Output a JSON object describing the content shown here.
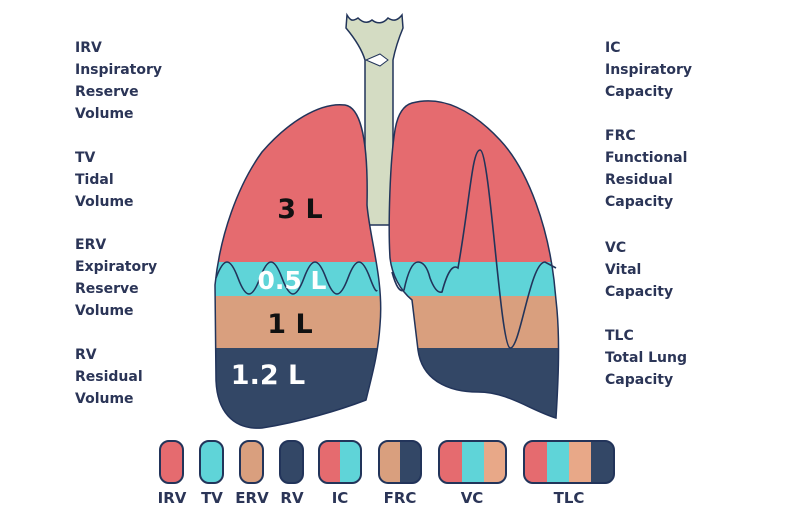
{
  "left_labels": [
    {
      "abbr": "IRV",
      "lines": [
        "Inspiratory",
        "Reserve",
        "Volume"
      ]
    },
    {
      "abbr": "TV",
      "lines": [
        "Tidal",
        "Volume"
      ]
    },
    {
      "abbr": "ERV",
      "lines": [
        "Expiratory",
        "Reserve",
        "Volume"
      ]
    },
    {
      "abbr": "RV",
      "lines": [
        "Residual",
        "Volume"
      ]
    }
  ],
  "right_labels": [
    {
      "abbr": "IC",
      "lines": [
        "Inspiratory",
        "Capacity"
      ]
    },
    {
      "abbr": "FRC",
      "lines": [
        "Functional",
        "Residual",
        "Capacity"
      ]
    },
    {
      "abbr": "VC",
      "lines": [
        "Vital",
        "Capacity"
      ]
    },
    {
      "abbr": "TLC",
      "lines": [
        "Total Lung",
        "Capacity"
      ]
    }
  ],
  "volumes": {
    "irv": "3 L",
    "tv": "0.5 L",
    "erv": "1 L",
    "rv": "1.2 L"
  },
  "legend": [
    "IRV",
    "TV",
    "ERV",
    "RV",
    "IC",
    "FRC",
    "VC",
    "TLC"
  ],
  "colors": {
    "irv": "#e56b6f",
    "tv": "#5fd4d8",
    "erv": "#d99f7e",
    "rv": "#334766",
    "outline": "#22345a",
    "trachea": "#d4dcc3"
  }
}
